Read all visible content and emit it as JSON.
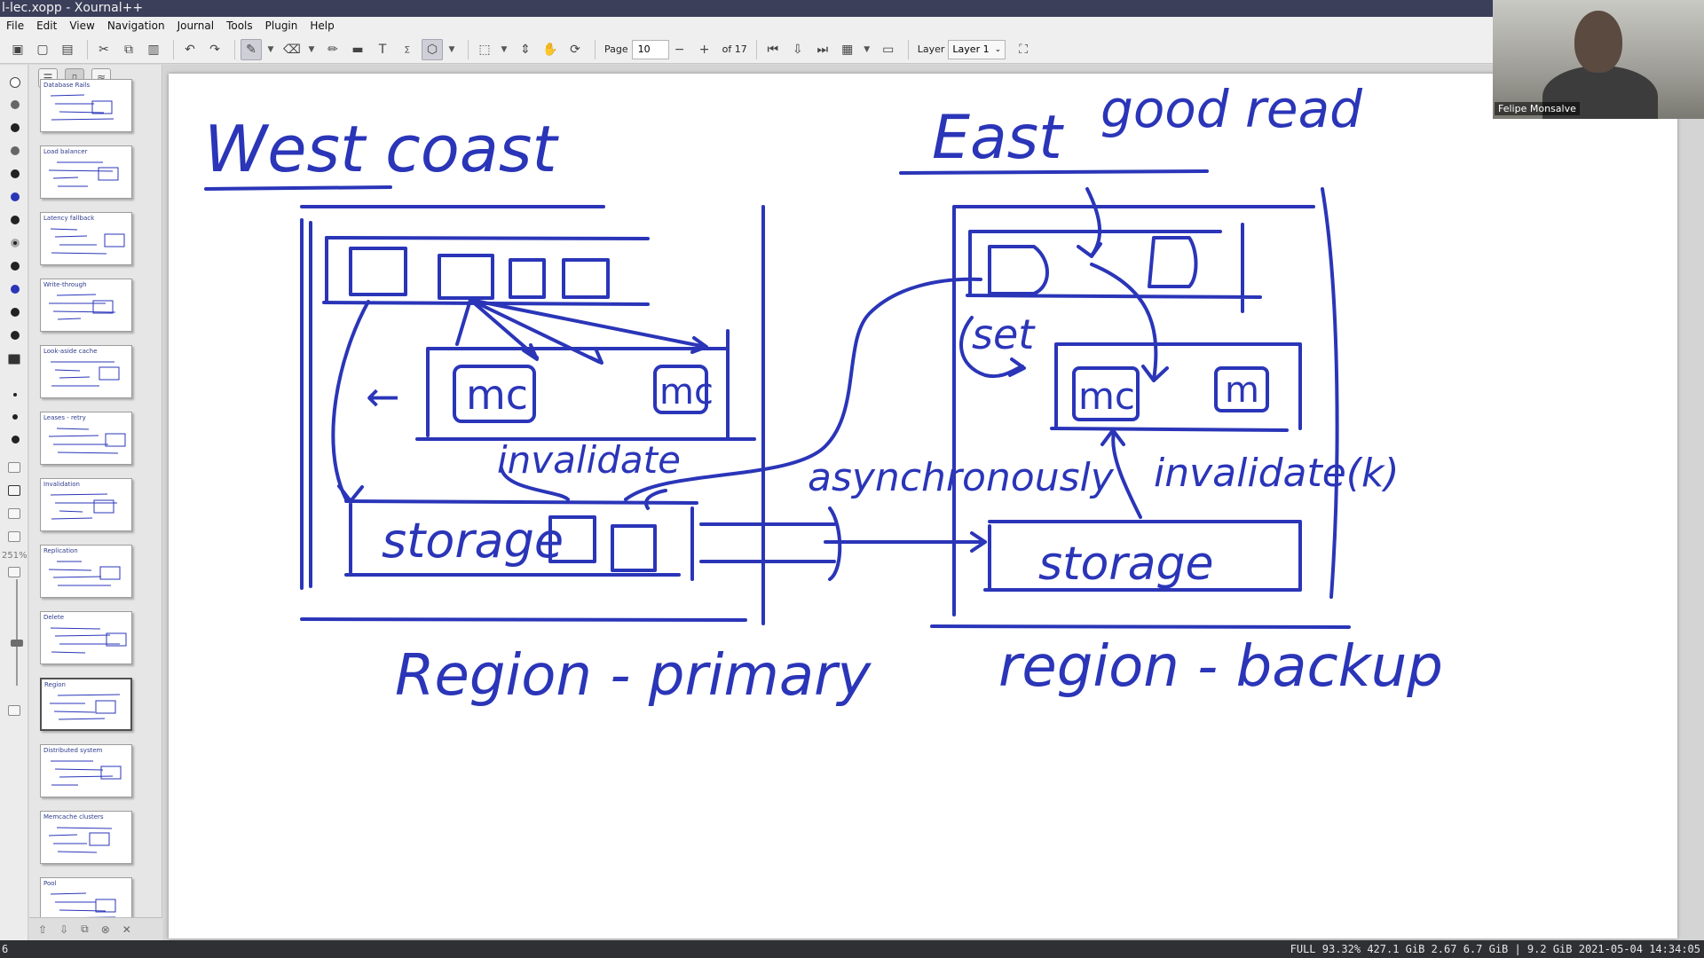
{
  "window": {
    "title": "l-lec.xopp - Xournal++"
  },
  "menu": {
    "items": [
      "File",
      "Edit",
      "View",
      "Navigation",
      "Journal",
      "Tools",
      "Plugin",
      "Help"
    ]
  },
  "toolbar": {
    "page_label": "Page",
    "page_value": "10",
    "page_total": "of 17",
    "layer_label": "Layer",
    "layer_value": "Layer 1",
    "math_tex_label": "Math\nTeX"
  },
  "tools": {
    "zoom_percent": "251%"
  },
  "sidebar": {
    "pages": [
      {
        "title": "Database Rails"
      },
      {
        "title": "Load balancer"
      },
      {
        "title": "Latency fallback"
      },
      {
        "title": "Write-through"
      },
      {
        "title": "Look-aside cache"
      },
      {
        "title": "Leases - retry"
      },
      {
        "title": "Invalidation"
      },
      {
        "title": "Replication"
      },
      {
        "title": "Delete"
      },
      {
        "title": "Region"
      },
      {
        "title": "Distributed system"
      },
      {
        "title": "Memcache clusters"
      },
      {
        "title": "Pool"
      }
    ]
  },
  "canvas": {
    "ink_color": "#2a35b8",
    "labels": {
      "west_coast": "West coast",
      "east_coast": "East",
      "good_read": "good read",
      "mc_left_1": "mc",
      "mc_left_2": "mc",
      "mc_right_1": "mc",
      "mc_right_2": "m",
      "invalidate_left": "invalidate",
      "invalidate_right": "invalidate(k)",
      "set": "set",
      "asynchronously": "asynchronously",
      "storage_left": "storage",
      "storage_right": "storage",
      "region_primary": "Region - primary",
      "region_backup": "region - backup",
      "left_arrow": "←"
    }
  },
  "webcam": {
    "name": "Felipe Monsalve"
  },
  "statusbar": {
    "left": "6",
    "right": "FULL 93.32% 427.1 GiB 2.67 6.7 GiB | 9.2 GiB 2021-05-04 14:34:05"
  }
}
